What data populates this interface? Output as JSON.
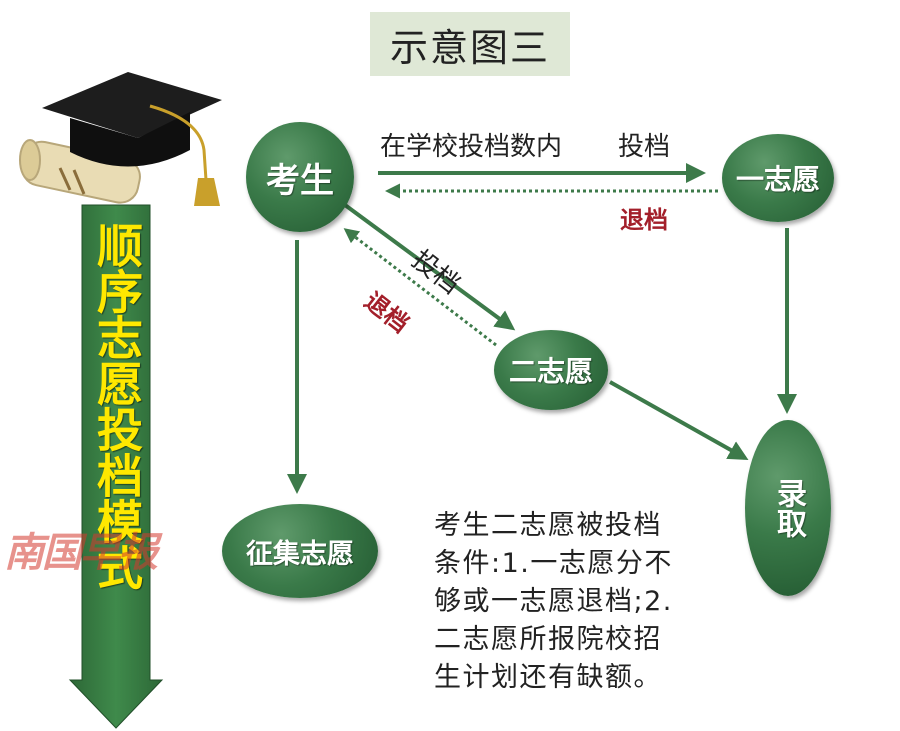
{
  "title": "示意图三",
  "side_label": "顺序志愿投档模式",
  "nodes": {
    "candidate": "考生",
    "first_choice": "一志愿",
    "second_choice": "二志愿",
    "admission": "录取",
    "solicitation": "征集志愿"
  },
  "edge_labels": {
    "in_school_quota": "在学校投档数内",
    "submit_top": "投档",
    "return_top": "退档",
    "submit_diag": "投档",
    "return_diag": "退档"
  },
  "note_lines": [
    "考生二志愿被投档",
    "条件:1.一志愿分不",
    "够或一志愿退档;2.",
    "二志愿所报院校招",
    "生计划还有缺额。"
  ],
  "watermark": "南国早报",
  "colors": {
    "node_green": "#3a7a49",
    "arrow_green": "#3d7a4a",
    "banner_green": "#3a7d44",
    "label_yellow": "#ffe800",
    "return_red": "#a31f2a",
    "title_bg": "#dfe8d6"
  },
  "icons": [
    "graduation-cap-icon",
    "diploma-scroll-icon"
  ]
}
